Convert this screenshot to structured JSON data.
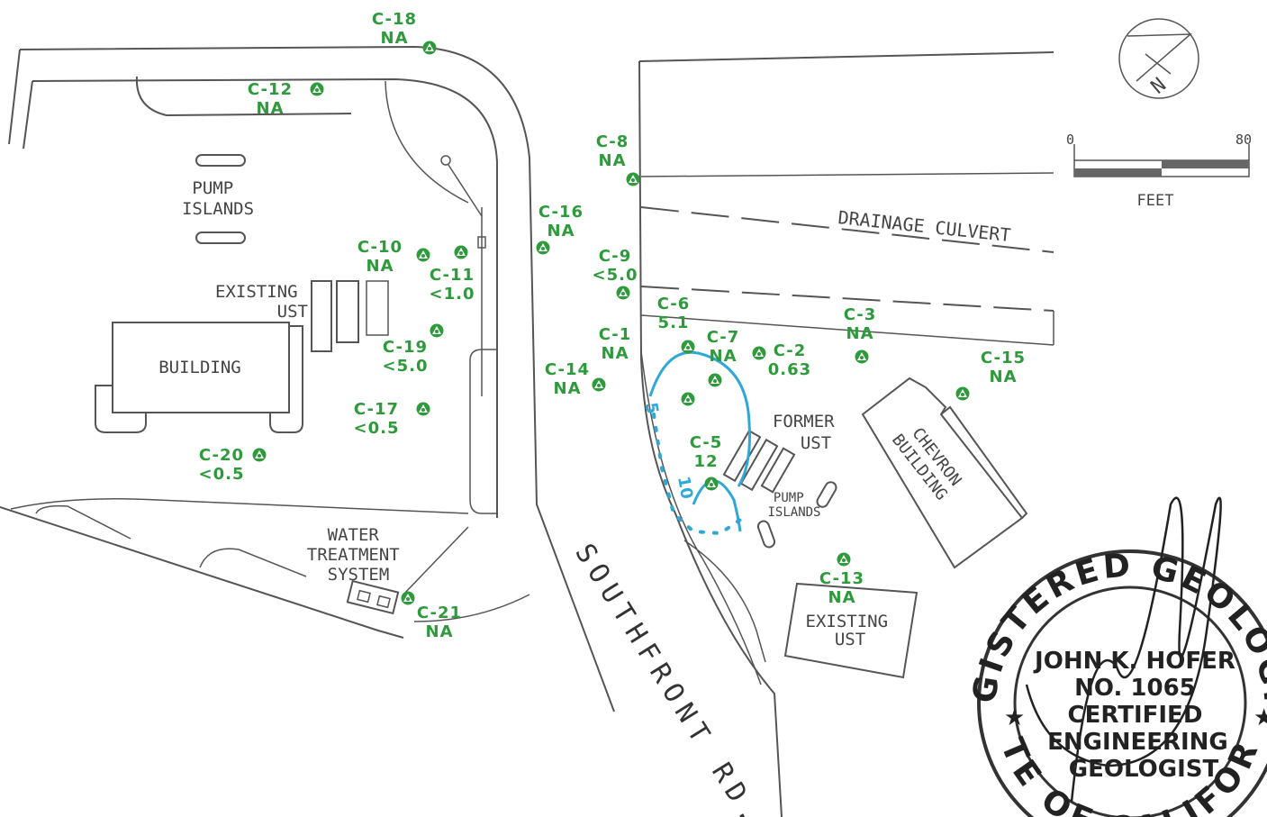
{
  "colors": {
    "well_label": "#2e9a3c",
    "contour": "#2fa8d8",
    "linework": "#555555",
    "paper": "#ffffff"
  },
  "map": {
    "north_label": "N",
    "scale": {
      "start": "0",
      "end": "80",
      "unit": "FEET"
    },
    "features": {
      "pump_islands_west": [
        "PUMP",
        "ISLANDS"
      ],
      "existing_ust_west": [
        "EXISTING",
        "UST"
      ],
      "building": "BUILDING",
      "water_treatment": [
        "WATER",
        "TREATMENT",
        "SYSTEM"
      ],
      "drainage_culvert": "DRAINAGE CULVERT",
      "former_ust": [
        "FORMER",
        "UST"
      ],
      "pump_islands_east": [
        "PUMP",
        "ISLANDS"
      ],
      "chevron_building": [
        "CHEVRON",
        "BUILDING"
      ],
      "existing_ust_east": [
        "EXISTING",
        "UST"
      ],
      "road": "SOUTHFRONT RD."
    },
    "contours": [
      {
        "value": "5"
      },
      {
        "value": "10"
      }
    ],
    "wells": [
      {
        "id": "C-18",
        "value": "NA"
      },
      {
        "id": "C-12",
        "value": "NA"
      },
      {
        "id": "C-10",
        "value": "NA"
      },
      {
        "id": "C-11",
        "value": "<1.0"
      },
      {
        "id": "C-19",
        "value": "<5.0"
      },
      {
        "id": "C-17",
        "value": "<0.5"
      },
      {
        "id": "C-20",
        "value": "<0.5"
      },
      {
        "id": "C-21",
        "value": "NA"
      },
      {
        "id": "C-16",
        "value": "NA"
      },
      {
        "id": "C-8",
        "value": "NA"
      },
      {
        "id": "C-9",
        "value": "<5.0"
      },
      {
        "id": "C-6",
        "value": "5.1"
      },
      {
        "id": "C-1",
        "value": "NA"
      },
      {
        "id": "C-14",
        "value": "NA"
      },
      {
        "id": "C-7",
        "value": "NA"
      },
      {
        "id": "C-2",
        "value": "0.63"
      },
      {
        "id": "C-3",
        "value": "NA"
      },
      {
        "id": "C-15",
        "value": "NA"
      },
      {
        "id": "C-5",
        "value": "12"
      },
      {
        "id": "C-13",
        "value": "NA"
      }
    ]
  },
  "stamp": {
    "top_arc": "REGISTERED GEOLOGIST",
    "bottom_arc": "STATE OF CALIFORNIA",
    "lines": [
      "JOHN K. HOFER",
      "NO. 1065",
      "CERTIFIED",
      "ENGINEERING",
      "GEOLOGIST"
    ]
  }
}
